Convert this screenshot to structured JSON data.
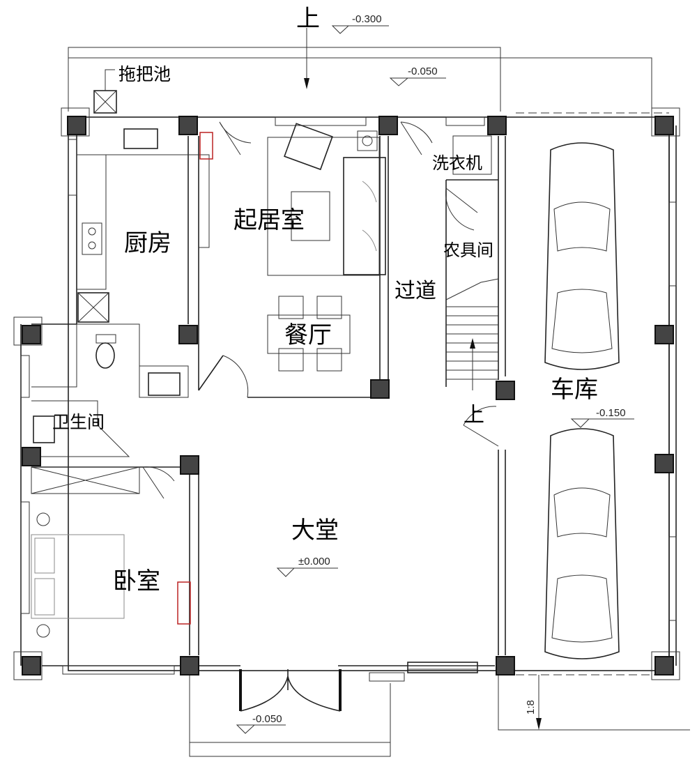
{
  "rooms": {
    "mop_sink": "拖把池",
    "washing_machine": "洗衣机",
    "kitchen": "厨房",
    "living_room": "起居室",
    "tool_room": "农具间",
    "corridor": "过道",
    "dining": "餐厅",
    "bathroom": "卫生间",
    "garage": "车库",
    "lobby": "大堂",
    "bedroom": "卧室"
  },
  "markers": {
    "up_top": "上",
    "up_stair": "上"
  },
  "elevations": {
    "outside_top": "-0.300",
    "porch_top": "-0.050",
    "garage": "-0.150",
    "lobby": "±0.000",
    "entrance": "-0.050"
  },
  "slope": "1:8"
}
